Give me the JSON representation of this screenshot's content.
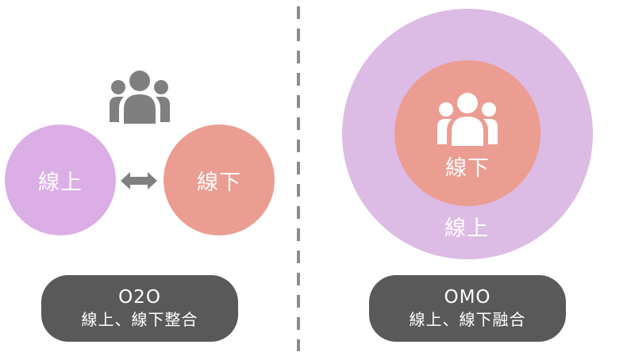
{
  "colors": {
    "online_purple": "#dbaee6",
    "offline_salmon": "#eb9d91",
    "outer_purple": "#dcbbe4",
    "icon_gray": "#7f7f7f",
    "pill_bg": "#595959",
    "divider": "#8c8c8c"
  },
  "left": {
    "icon": "people-group-icon",
    "online_label": "線上",
    "offline_label": "線下",
    "arrow_icon": "double-arrow-icon",
    "pill": {
      "title": "O2O",
      "subtitle": "線上、線下整合"
    }
  },
  "right": {
    "icon": "people-group-icon",
    "inner_label": "線下",
    "outer_label": "線上",
    "pill": {
      "title": "OMO",
      "subtitle": "線上、線下融合"
    }
  }
}
